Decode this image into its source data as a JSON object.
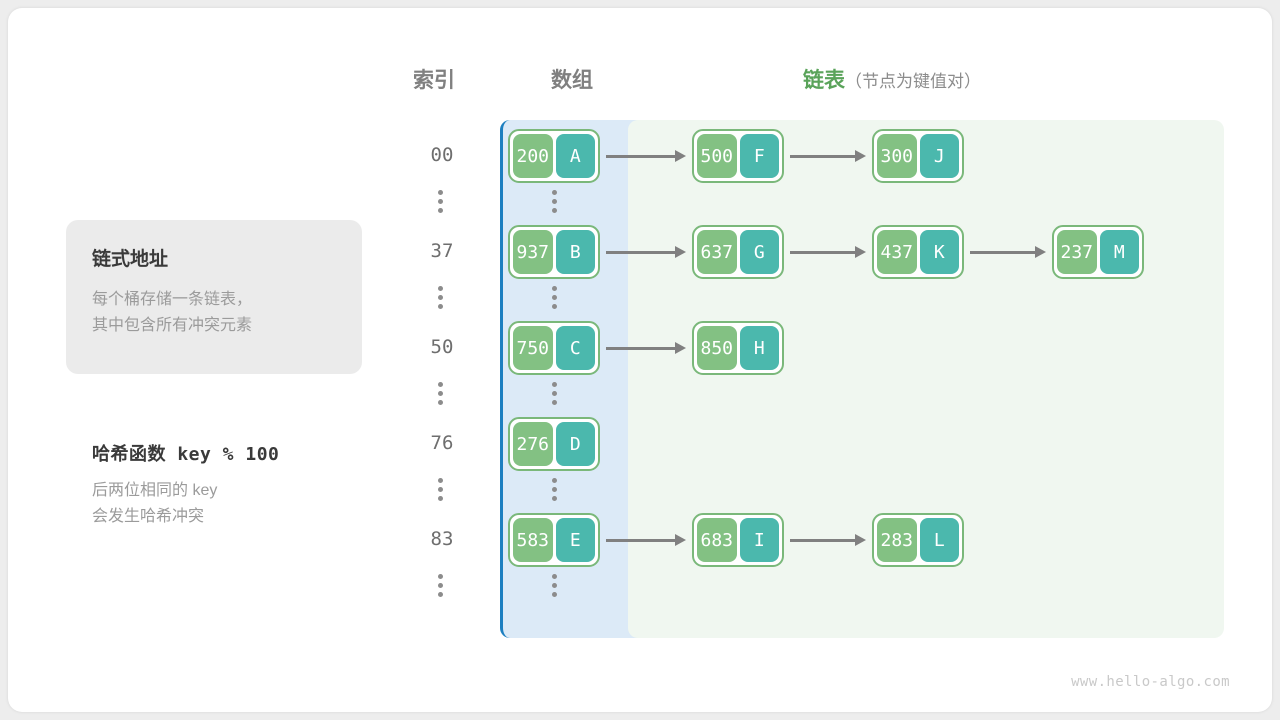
{
  "watermark": "www.hello-algo.com",
  "headers": {
    "index": "索引",
    "array": "数组",
    "list_main": "链表",
    "list_sub": "（节点为键值对）"
  },
  "card": {
    "title": "链式地址",
    "line1": "每个桶存储一条链表，",
    "line2": "其中包含所有冲突元素"
  },
  "note": {
    "title": "哈希函数 key % 100",
    "line1": "后两位相同的 key",
    "line2": "会发生哈希冲突"
  },
  "colors": {
    "key_cell": "#83c183",
    "value_cell": "#4bb8ad",
    "node_border": "#7ab87a",
    "array_border": "#1d7fc0",
    "array_bg": "#dceaf7",
    "list_bg": "#f0f7f0",
    "arrow": "#808080",
    "accent_green": "#5aa35a"
  },
  "rows": [
    {
      "index": "00",
      "bucket": {
        "key": "200",
        "value": "A"
      },
      "chain": [
        {
          "key": "500",
          "value": "F"
        },
        {
          "key": "300",
          "value": "J"
        }
      ]
    },
    {
      "index": "37",
      "bucket": {
        "key": "937",
        "value": "B"
      },
      "chain": [
        {
          "key": "637",
          "value": "G"
        },
        {
          "key": "437",
          "value": "K"
        },
        {
          "key": "237",
          "value": "M"
        }
      ]
    },
    {
      "index": "50",
      "bucket": {
        "key": "750",
        "value": "C"
      },
      "chain": [
        {
          "key": "850",
          "value": "H"
        }
      ]
    },
    {
      "index": "76",
      "bucket": {
        "key": "276",
        "value": "D"
      },
      "chain": []
    },
    {
      "index": "83",
      "bucket": {
        "key": "583",
        "value": "E"
      },
      "chain": [
        {
          "key": "683",
          "value": "I"
        },
        {
          "key": "283",
          "value": "L"
        }
      ]
    }
  ]
}
